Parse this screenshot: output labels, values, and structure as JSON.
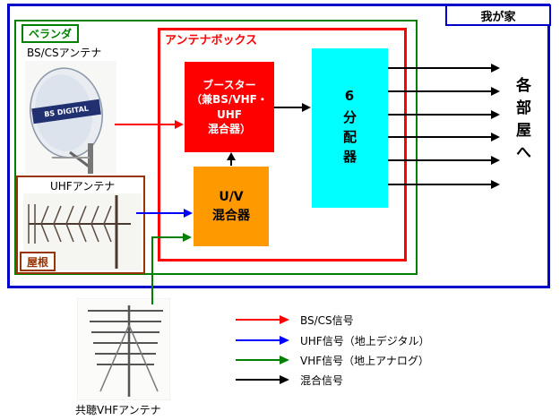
{
  "diagram": {
    "house_label": "我が家",
    "veranda_label": "ベランダ",
    "roof_label": "屋根",
    "antenna_box_label": "アンテナボックス",
    "bscs_antenna_label": "BS/CSアンテナ",
    "uhf_antenna_label": "UHFアンテナ",
    "vhf_antenna_caption": "共聴VHFアンテナ",
    "booster_label": "ブースター\n（兼BS/VHF・\nUHF\n混合器）",
    "uv_mixer_label": "U/V\n混合器",
    "splitter_label": "6分配器",
    "rooms_label": "各部屋へ",
    "dish_brand_text": "BS DIGITAL"
  },
  "legend": {
    "items": [
      {
        "label": "BS/CS信号",
        "color": "#ff0000"
      },
      {
        "label": "UHF信号（地上デジタル）",
        "color": "#0000ff"
      },
      {
        "label": "VHF信号（地上アナログ）",
        "color": "#008000"
      },
      {
        "label": "混合信号",
        "color": "#000000"
      }
    ]
  },
  "colors": {
    "house_border": "#0000cc",
    "veranda_border": "#008000",
    "antenna_box_border": "#ff0000",
    "roof_border": "#993300",
    "booster_fill": "#ff0000",
    "uv_mixer_fill": "#ff9900",
    "splitter_fill": "#00ffff"
  }
}
